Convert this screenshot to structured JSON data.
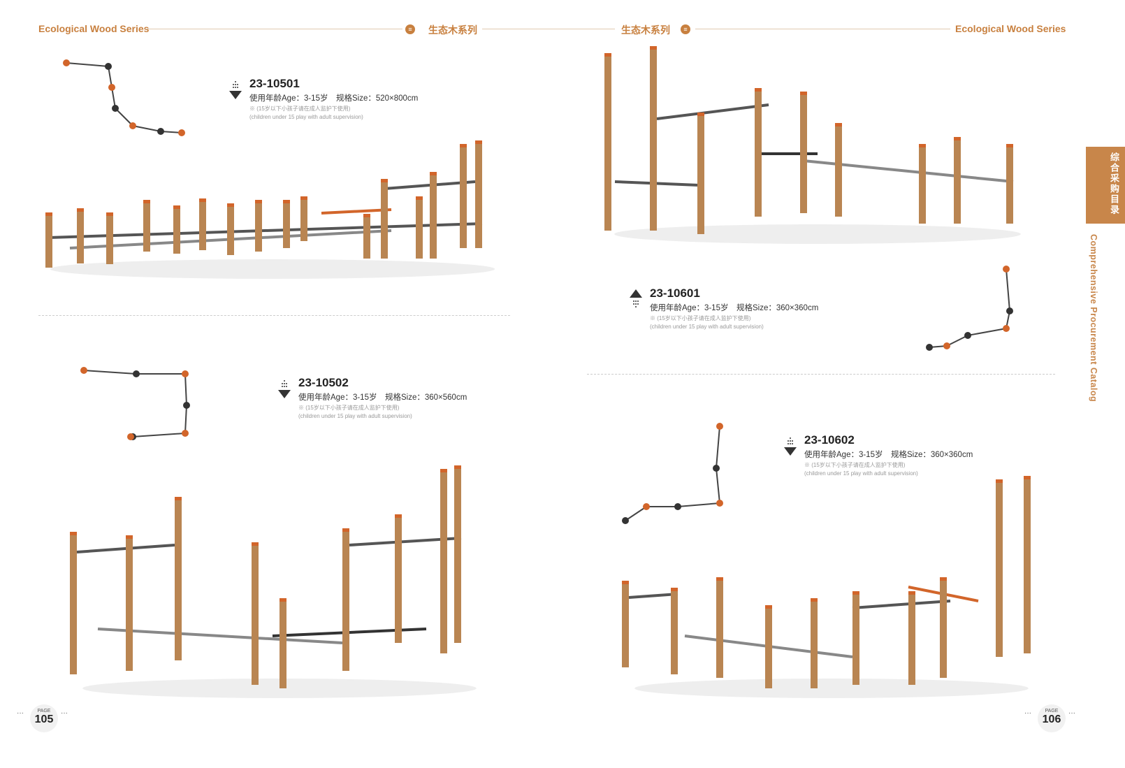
{
  "header": {
    "left_en": "Ecological Wood Series",
    "left_cn": "生态木系列",
    "right_cn": "生态木系列",
    "right_en": "Ecological Wood Series"
  },
  "side": {
    "cn": "综合采购目录",
    "en": "Comprehensive Procurement Catalog"
  },
  "products": [
    {
      "code": "23-10501",
      "spec": "使用年龄Age：3-15岁　规格Size：520×800cm",
      "note_cn": "※ (15岁以下小孩子请在成人监护下使用)",
      "note_en": "(children under 15 play with adult supervision)"
    },
    {
      "code": "23-10601",
      "spec": "使用年龄Age：3-15岁　规格Size：360×360cm",
      "note_cn": "※ (15岁以下小孩子请在成人监护下使用)",
      "note_en": "(children under 15 play with adult supervision)"
    },
    {
      "code": "23-10502",
      "spec": "使用年龄Age：3-15岁　规格Size：360×560cm",
      "note_cn": "※ (15岁以下小孩子请在成人监护下使用)",
      "note_en": "(children under 15 play with adult supervision)"
    },
    {
      "code": "23-10602",
      "spec": "使用年龄Age：3-15岁　规格Size：360×360cm",
      "note_cn": "※ (15岁以下小孩子请在成人监护下使用)",
      "note_en": "(children under 15 play with adult supervision)"
    }
  ],
  "pages": {
    "label": "PAGE",
    "left": "105",
    "right": "106"
  },
  "colors": {
    "accent": "#c8803f",
    "wood": "#b98552",
    "orange": "#d2652a"
  }
}
